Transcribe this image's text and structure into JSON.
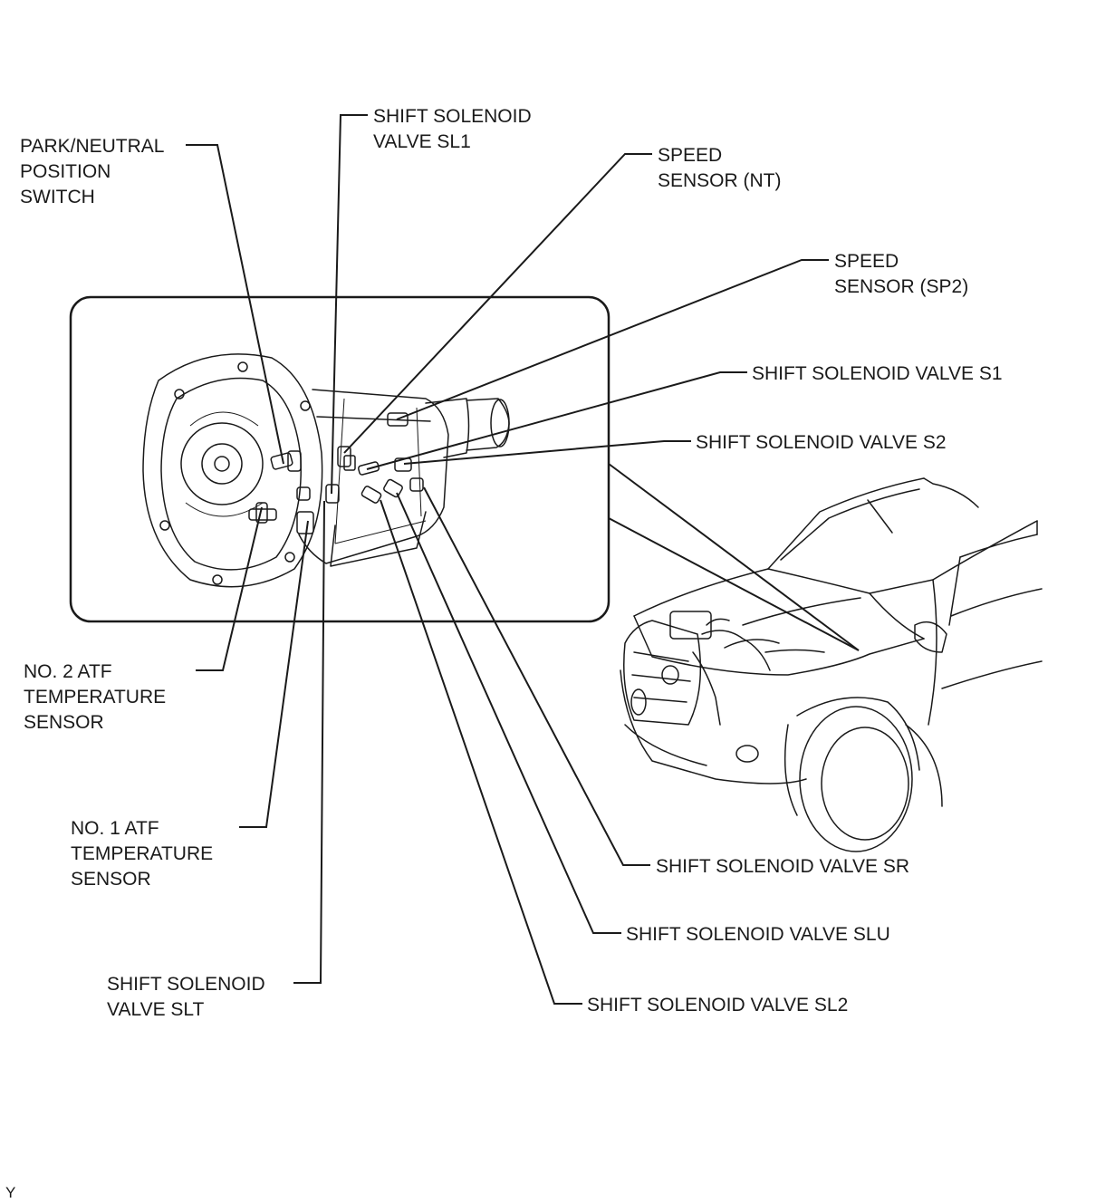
{
  "figure_code": "Y",
  "labels": {
    "park_neutral": [
      "PARK/NEUTRAL",
      "POSITION",
      "SWITCH"
    ],
    "sl1": [
      "SHIFT SOLENOID",
      "VALVE SL1"
    ],
    "speed_nt": [
      "SPEED",
      "SENSOR (NT)"
    ],
    "speed_sp2": [
      "SPEED",
      "SENSOR (SP2)"
    ],
    "s1": [
      "SHIFT SOLENOID VALVE S1"
    ],
    "s2": [
      "SHIFT SOLENOID VALVE S2"
    ],
    "atf2": [
      "NO. 2 ATF",
      "TEMPERATURE",
      "SENSOR"
    ],
    "atf1": [
      "NO. 1 ATF",
      "TEMPERATURE",
      "SENSOR"
    ],
    "slt": [
      "SHIFT SOLENOID",
      "VALVE SLT"
    ],
    "sr": [
      "SHIFT SOLENOID VALVE SR"
    ],
    "slu": [
      "SHIFT SOLENOID VALVE SLU"
    ],
    "sl2": [
      "SHIFT SOLENOID VALVE SL2"
    ]
  }
}
